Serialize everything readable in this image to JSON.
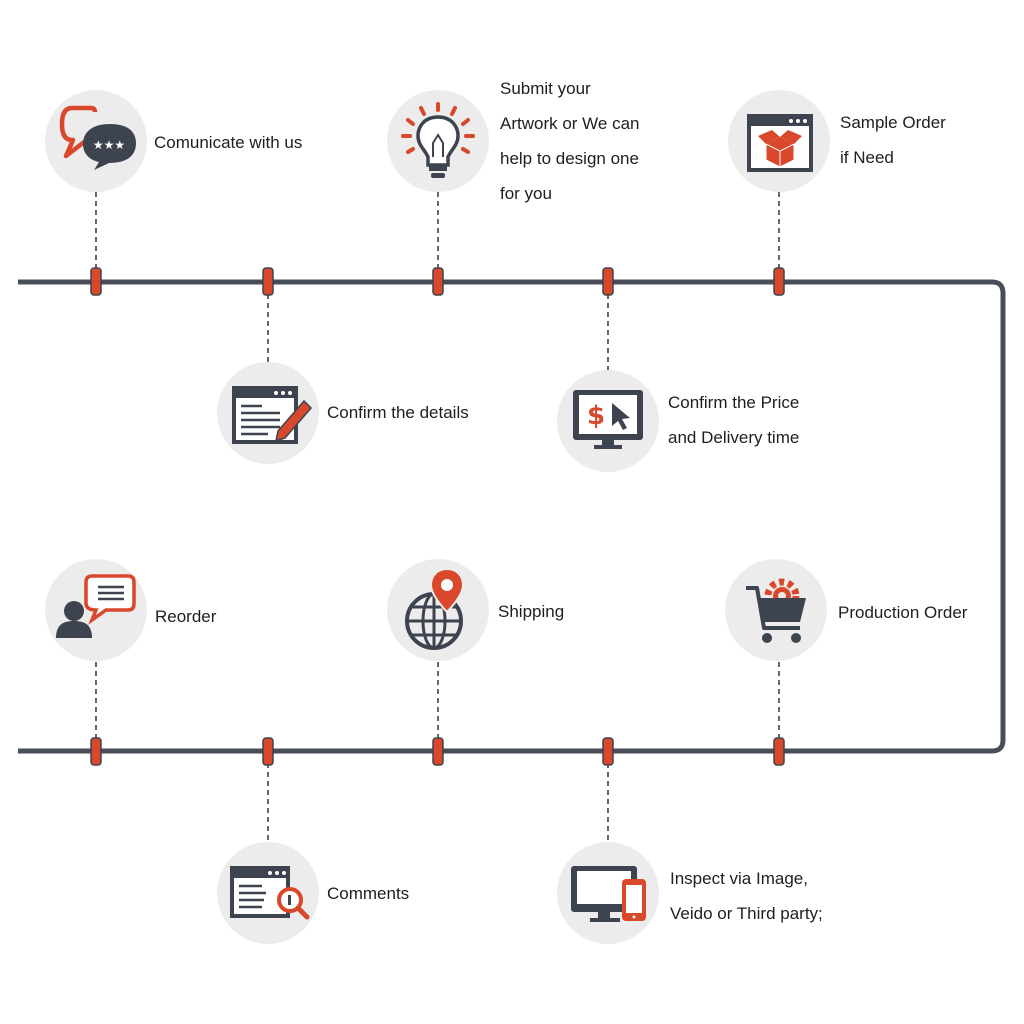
{
  "colors": {
    "accent": "#d9482b",
    "dark": "#3d4450",
    "circle": "#ececec",
    "line": "#474e59"
  },
  "steps": [
    {
      "id": "communicate",
      "label": "Comunicate with us",
      "icon": "chat-bubbles-icon"
    },
    {
      "id": "confirm-details",
      "label": "Confirm the details",
      "icon": "edit-document-icon"
    },
    {
      "id": "submit-artwork",
      "label": "Submit your\nArtwork or We can\nhelp to design one\nfor you",
      "icon": "lightbulb-icon"
    },
    {
      "id": "confirm-price",
      "label": "Confirm the Price\nand Delivery time",
      "icon": "price-monitor-icon"
    },
    {
      "id": "sample-order",
      "label": "Sample Order\nif Need",
      "icon": "sample-box-icon"
    },
    {
      "id": "production-order",
      "label": "Production Order",
      "icon": "cart-gear-icon"
    },
    {
      "id": "inspect",
      "label": "Inspect via Image,\nVeido or Third party;",
      "icon": "devices-icon"
    },
    {
      "id": "shipping",
      "label": "Shipping",
      "icon": "globe-pin-icon"
    },
    {
      "id": "comments",
      "label": "Comments",
      "icon": "search-document-icon"
    },
    {
      "id": "reorder",
      "label": "Reorder",
      "icon": "user-message-icon"
    }
  ]
}
